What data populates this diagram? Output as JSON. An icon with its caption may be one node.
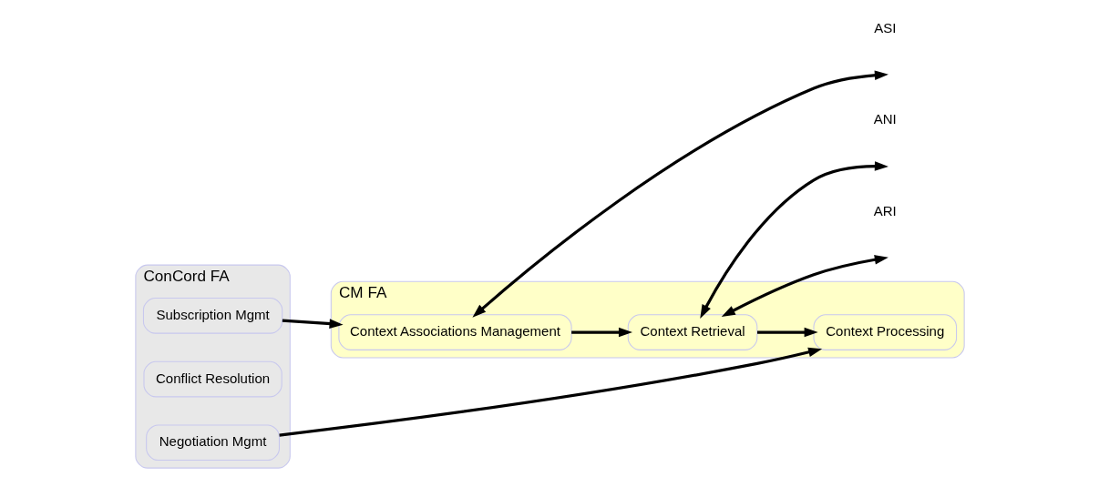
{
  "diagram": {
    "nodes": [
      {
        "text": [
          "ConCord FA"
        ]
      },
      {
        "text": [
          "Subscription Mgmt"
        ],
        "in": 0
      },
      {
        "text": [
          "Conflict Resolution"
        ],
        "in": 0
      },
      {
        "text": [
          "Negotiation Mgmt"
        ],
        "in": 0
      },
      {
        "text": [
          "CM FA"
        ]
      },
      {
        "text": [
          "Context Associations Management"
        ],
        "in": 4
      },
      {
        "text": [
          "Context Retrieval"
        ],
        "in": 4
      },
      {
        "text": [
          "Context Processing"
        ],
        "in": 4
      }
    ],
    "edges": [
      {
        "from": 1,
        "to": 5,
        "arrow": "to"
      },
      {
        "from": 5,
        "to": null,
        "arrow": "both"
      },
      {
        "from": 5,
        "to": 6,
        "arrow": "to"
      },
      {
        "from": 3,
        "to": 7,
        "arrow": "to"
      },
      {
        "from": 6,
        "to": 7,
        "arrow": "to"
      },
      {
        "from": 6,
        "to": null,
        "arrow": "both"
      },
      {
        "from": 6,
        "to": null,
        "arrow": "both"
      }
    ],
    "labels": [
      "ASI",
      "ANI",
      "ARI"
    ]
  }
}
